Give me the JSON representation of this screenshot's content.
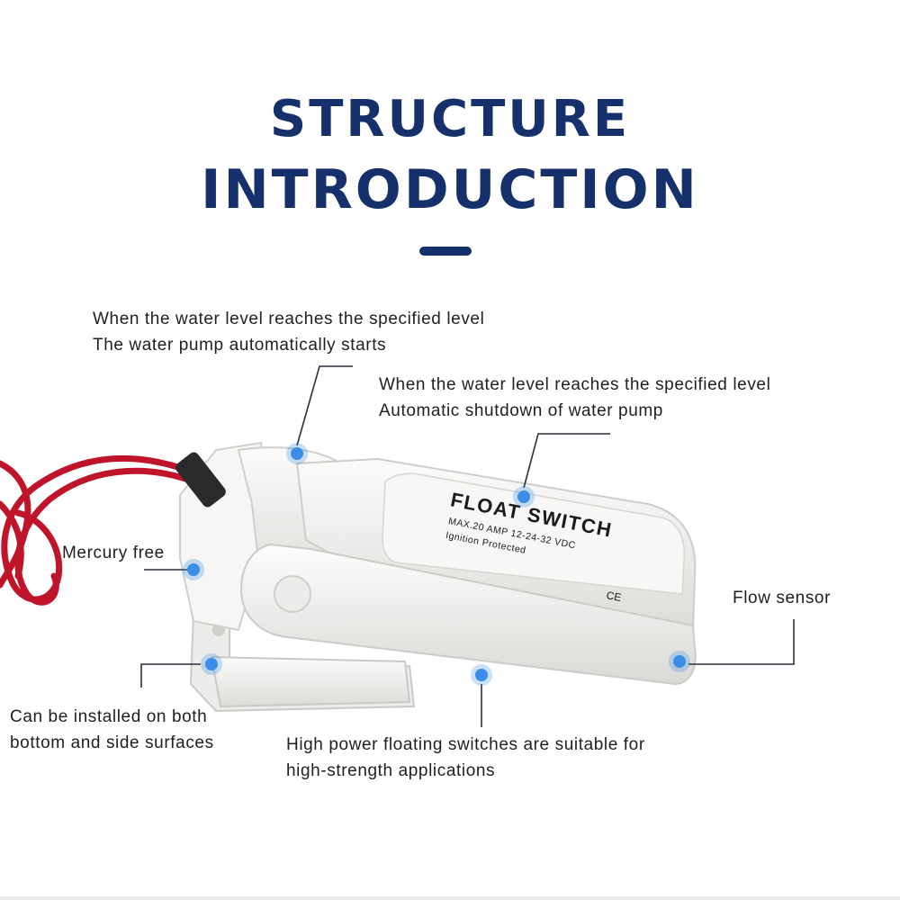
{
  "header": {
    "title_line1": "STRUCTURE",
    "title_line2": "INTRODUCTION"
  },
  "product_label": {
    "name": "FLOAT SWITCH",
    "rating": "MAX.20 AMP  12-24-32 VDC",
    "protection": "Ignition Protected",
    "mark": "CE"
  },
  "annotations": {
    "pump_start": {
      "line1": "When the water level reaches the specified level",
      "line2": "The water pump automatically starts"
    },
    "pump_stop": {
      "line1": "When the water level reaches the specified level",
      "line2": "Automatic shutdown of water pump"
    },
    "mercury_free": "Mercury free",
    "flow_sensor": "Flow sensor",
    "install": {
      "line1": "Can be installed on both",
      "line2": "bottom and side surfaces"
    },
    "high_power": {
      "line1": "High power floating switches are suitable for",
      "line2": "high-strength applications"
    }
  },
  "colors": {
    "title": "#15306a",
    "callout_dot": "#3a8ee6",
    "wire": "#c0142a",
    "body": "#f2f2f0"
  }
}
